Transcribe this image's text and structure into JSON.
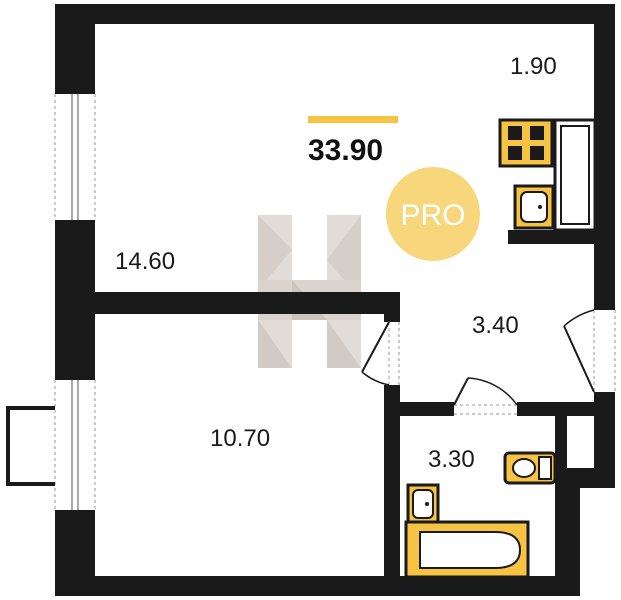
{
  "plan": {
    "total_area": "33.90",
    "badge": "PRO",
    "rooms": [
      {
        "id": "kitchen",
        "area": "1.90"
      },
      {
        "id": "living",
        "area": "14.60"
      },
      {
        "id": "hall",
        "area": "3.40"
      },
      {
        "id": "bedroom",
        "area": "10.70"
      },
      {
        "id": "bathroom",
        "area": "3.30"
      }
    ]
  },
  "colors": {
    "wall": "#1a1a1a",
    "fixture_fill": "#f6c343",
    "accent_bar": "#f6c343",
    "badge_circle": "#f8d77c",
    "watermark": "#cfc6c0",
    "window_dash": "#999999"
  },
  "icons": [
    "stove-icon",
    "kitchen-sink-icon",
    "bathtub-icon",
    "washbasin-icon",
    "toilet-icon",
    "watermark-logo"
  ]
}
